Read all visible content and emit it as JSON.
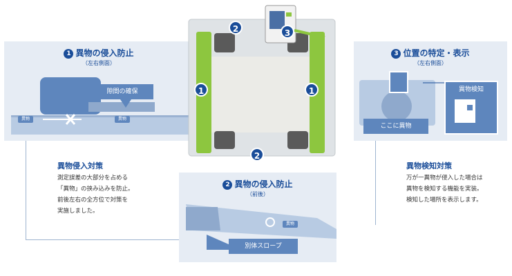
{
  "left_panel": {
    "number": "1",
    "title": "異物の侵入防止",
    "subtitle": "（左右側面）",
    "gap_label": "隙間の確保",
    "item_tag_left": "異物",
    "item_tag_right": "異物"
  },
  "left_caption": {
    "title": "異物侵入対策",
    "body": "測定誤差の大部分を占める\n「異物」の挟み込みを防止。\n前後左右の全方位で対策を\n実施しました。"
  },
  "bottom_panel": {
    "number": "2",
    "title": "異物の侵入防止",
    "subtitle": "（前後）",
    "item_tag": "異物",
    "ramp_label": "別体スロープ"
  },
  "right_panel": {
    "number": "3",
    "title": "位置の特定・表示",
    "subtitle": "（左右側面）",
    "detect_label": "異物検知",
    "here_label": "ここに異物"
  },
  "right_caption": {
    "title": "異物検知対策",
    "body": "万が一異物が侵入した場合は\n異物を検知する機能を実装。\n検知した場所を表示します。"
  },
  "markers": {
    "left": "1",
    "right": "1",
    "top": "2",
    "bottom": "2",
    "display": "3"
  },
  "colors": {
    "accent": "#1a4d99",
    "panel_bg": "#e6ecf4",
    "label_fill": "#5e86bd",
    "device_green": "#8dc63f"
  }
}
